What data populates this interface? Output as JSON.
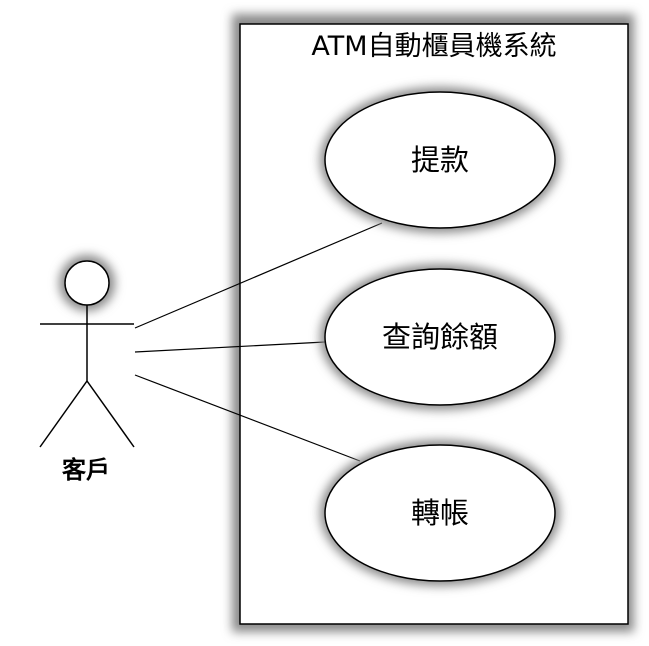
{
  "system": {
    "title": "ATM自動櫃員機系統"
  },
  "actor": {
    "name": "客戶"
  },
  "use_cases": [
    {
      "label": "提款"
    },
    {
      "label": "查詢餘額"
    },
    {
      "label": "轉帳"
    }
  ],
  "colors": {
    "stroke": "#000000",
    "fill": "#ffffff",
    "shadow": "#8a8a8a"
  }
}
